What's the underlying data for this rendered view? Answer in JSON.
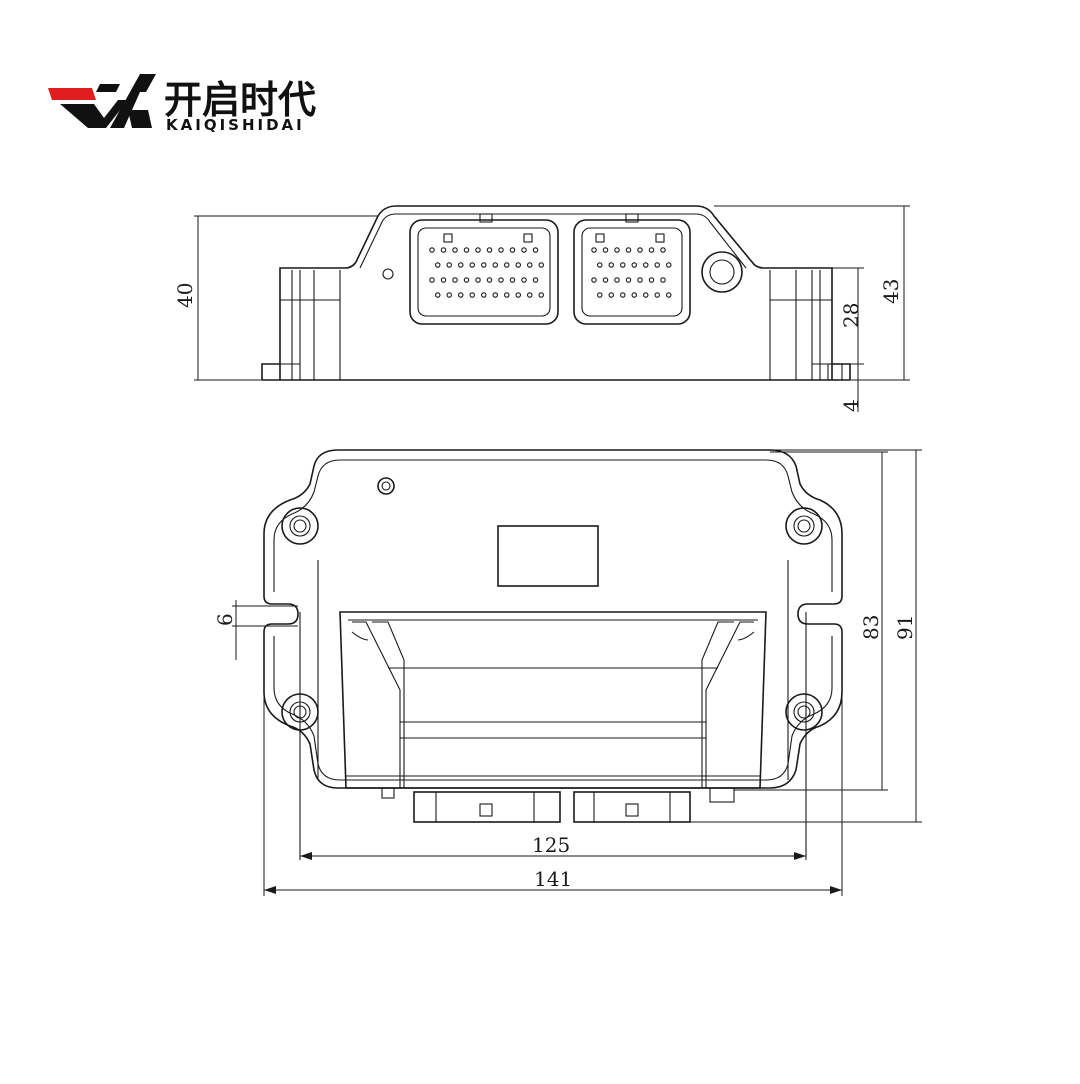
{
  "brand": {
    "name_cn": "开启时代",
    "name_en": "KAIQISHIDAI",
    "accent_color": "#e11d1d",
    "mark_color": "#111111",
    "logo_icon": "va-mark-icon"
  },
  "side_view": {
    "dims": {
      "height_total": "43",
      "height_body": "40",
      "height_mid": "28",
      "height_base": "4"
    }
  },
  "top_view": {
    "dims": {
      "width_inner": "125",
      "width_outer": "141",
      "depth_inner": "83",
      "depth_outer": "91",
      "slot_width": "6"
    }
  }
}
